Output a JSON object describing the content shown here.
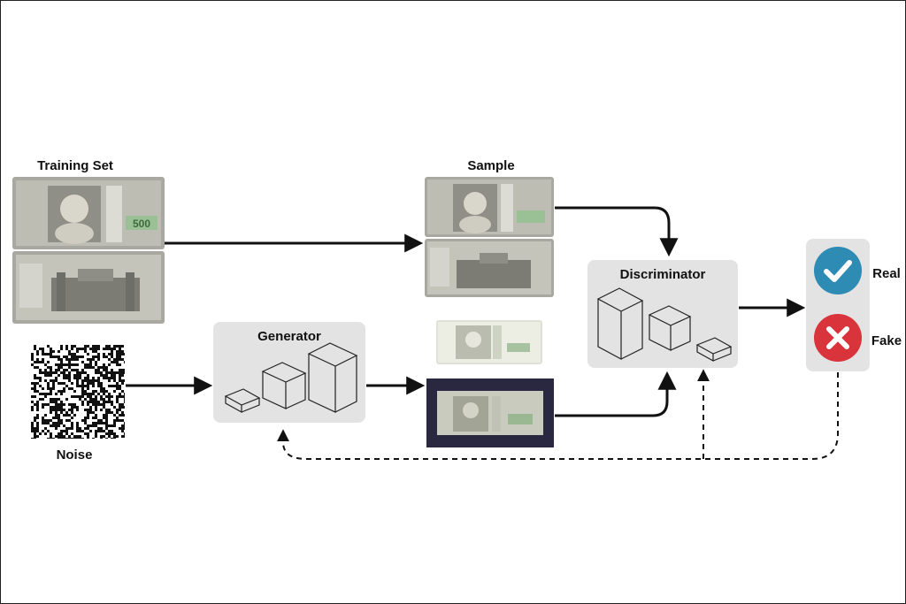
{
  "diagram": {
    "labels": {
      "training_set": "Training Set",
      "sample": "Sample",
      "noise": "Noise",
      "generator": "Generator",
      "discriminator": "Discriminator",
      "real": "Real",
      "fake": "Fake"
    },
    "note_denomination": "500",
    "colors": {
      "real_badge": "#2e8bb4",
      "fake_badge": "#d9333b",
      "box_bg": "#e3e3e3",
      "generated_frame": "#2a2840",
      "note_gray": "#9a9a92",
      "note_green": "#7fa37a"
    }
  }
}
